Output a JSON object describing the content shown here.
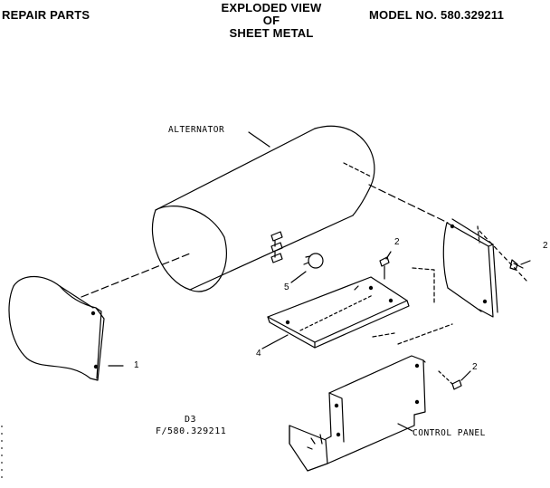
{
  "header": {
    "left": "REPAIR PARTS",
    "center_line1": "EXPLODED VIEW",
    "center_line2": "OF",
    "center_line3": "SHEET METAL",
    "right": "MODEL NO. 580.329211"
  },
  "labels": {
    "alternator": "ALTERNATOR",
    "control_panel": "CONTROL PANEL",
    "part_1": "1",
    "part_2a": "2",
    "part_2b": "2",
    "part_2c": "2",
    "part_4": "4",
    "part_5": "5"
  },
  "footer": {
    "code_line1": "D3",
    "code_line2": "F/580.329211"
  }
}
